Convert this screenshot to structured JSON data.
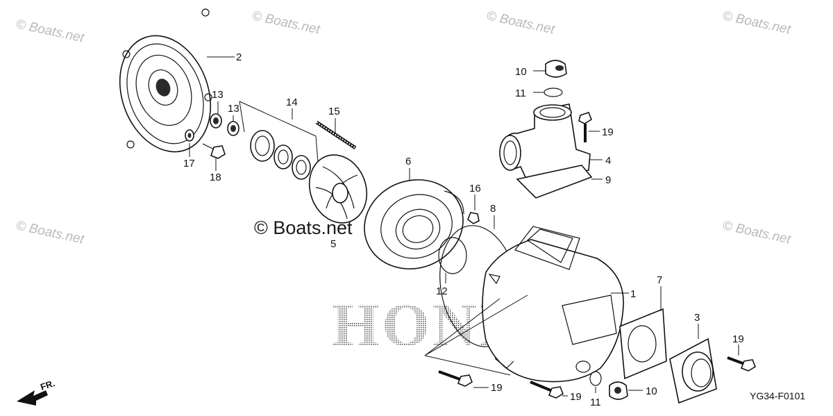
{
  "watermarks": [
    "© Boats.net",
    "© Boats.net",
    "© Boats.net",
    "© Boats.net",
    "© Boats.net",
    "© Boats.net"
  ],
  "center_watermark": "© Boats.net",
  "brand_halftone": "HONDA",
  "diagram_code": "YG34-F0101",
  "front_label": "FR.",
  "part_labels": {
    "p1": "1",
    "p2": "2",
    "p3": "3",
    "p4": "4",
    "p5": "5",
    "p6": "6",
    "p7": "7",
    "p8": "8",
    "p9": "9",
    "p10a": "10",
    "p10b": "10",
    "p11a": "11",
    "p11b": "11",
    "p12": "12",
    "p13a": "13",
    "p13b": "13",
    "p14": "14",
    "p15": "15",
    "p16": "16",
    "p17": "17",
    "p18": "18",
    "p19a": "19",
    "p19b": "19",
    "p19c": "19",
    "p19d": "19"
  }
}
